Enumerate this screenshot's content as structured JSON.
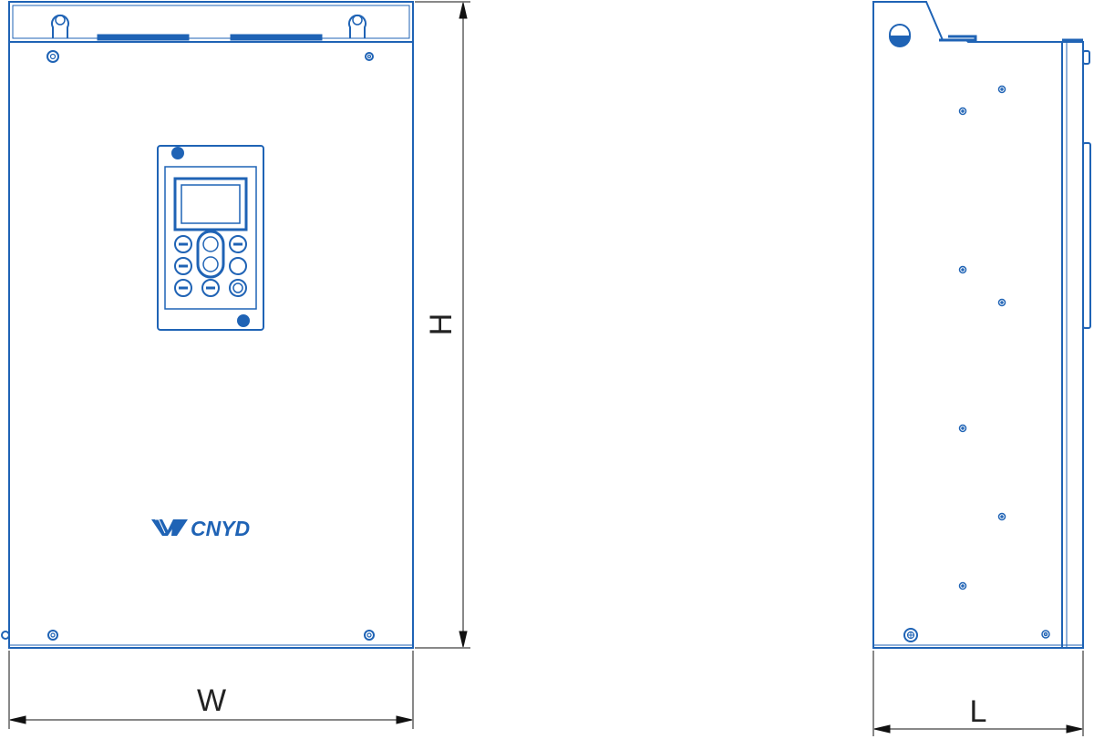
{
  "colors": {
    "outline": "#1f63b5",
    "dimension_line": "#111111",
    "background": "#ffffff"
  },
  "front_view": {
    "brand_logo": "CNYD",
    "width_label": "W",
    "height_label": "H"
  },
  "side_view": {
    "depth_label": "L"
  }
}
